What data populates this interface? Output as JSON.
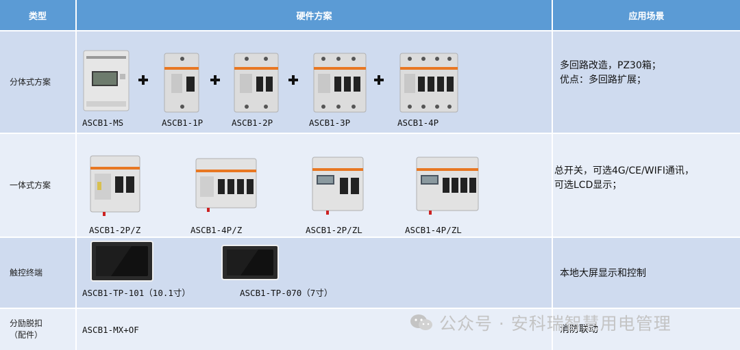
{
  "header": {
    "col_type": "类型",
    "col_hardware": "硬件方案",
    "col_scene": "应用场景"
  },
  "rows": [
    {
      "type": "分体式方案",
      "products": [
        "ASCB1-MS",
        "ASCB1-1P",
        "ASCB1-2P",
        "ASCB1-3P",
        "ASCB1-4P"
      ],
      "scene_lines": [
        "多回路改造，PZ30箱；",
        "优点：多回路扩展；"
      ]
    },
    {
      "type": "一体式方案",
      "products": [
        "ASCB1-2P/Z",
        "ASCB1-4P/Z",
        "ASCB1-2P/ZL",
        "ASCB1-4P/ZL"
      ],
      "scene_lines": [
        "总开关，可选4G/CE/WIFI通讯，",
        "可选LCD显示；"
      ]
    },
    {
      "type": "触控终端",
      "products": [
        "ASCB1-TP-101（10.1寸）",
        "ASCB1-TP-070（7寸）"
      ],
      "scene_lines": [
        "本地大屏显示和控制"
      ]
    },
    {
      "type_lines": [
        "分励脱扣",
        "（配件）"
      ],
      "products": [
        "ASCB1-MX+OF"
      ],
      "scene_lines": [
        "消防联动"
      ]
    }
  ],
  "watermark": "公众号 · 安科瑞智慧用电管理",
  "colors": {
    "header": "#5b9bd5",
    "row_dark": "#cfdbef",
    "row_light": "#e8eef8",
    "breaker_body": "#dcdcdc",
    "handle": "#222222",
    "accent": "#e87722"
  }
}
